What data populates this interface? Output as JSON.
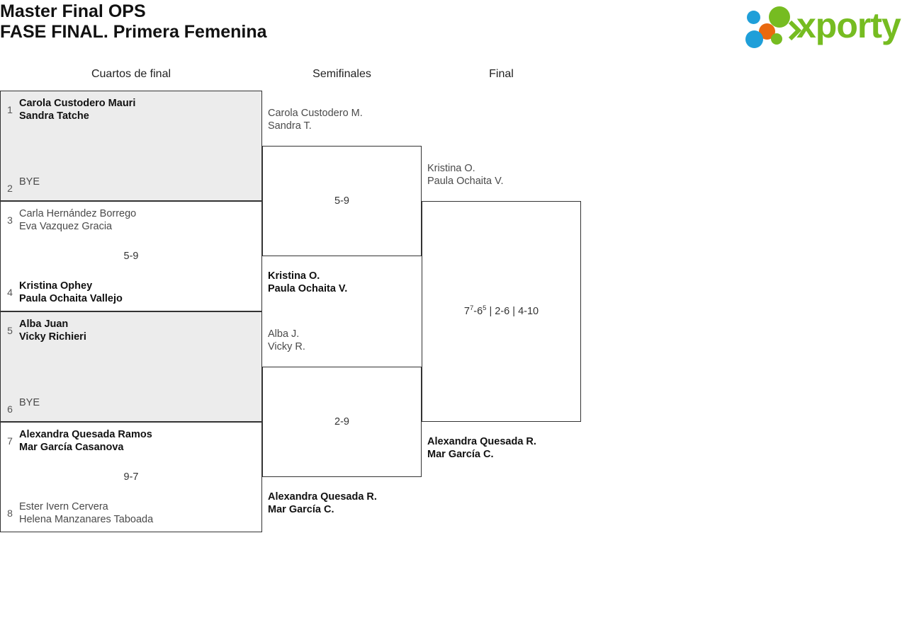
{
  "header": {
    "title_line1": "Master Final OPS",
    "title_line2": "FASE FINAL. Primera Femenina",
    "logo_word": "xporty",
    "brand_green": "#76bc21",
    "brand_blue": "#1f9fd9",
    "brand_orange": "#e9690f"
  },
  "columns": [
    {
      "id": "qf",
      "label": "Cuartos de final"
    },
    {
      "id": "sf",
      "label": "Semifinales"
    },
    {
      "id": "f",
      "label": "Final"
    }
  ],
  "rounds": {
    "quarterfinals": [
      {
        "shaded": true,
        "score": "",
        "top": {
          "seed": "1",
          "lines": [
            "Carola Custodero Mauri",
            "Sandra Tatche"
          ],
          "winner": true
        },
        "bottom": {
          "seed": "2",
          "lines": [
            "BYE"
          ],
          "winner": false,
          "bye": true
        }
      },
      {
        "shaded": false,
        "score": "5-9",
        "top": {
          "seed": "3",
          "lines": [
            "Carla Hernández Borrego",
            "Eva Vazquez Gracia"
          ],
          "winner": false
        },
        "bottom": {
          "seed": "4",
          "lines": [
            "Kristina Ophey",
            "Paula Ochaita Vallejo"
          ],
          "winner": true
        }
      },
      {
        "shaded": true,
        "score": "",
        "top": {
          "seed": "5",
          "lines": [
            "Alba Juan",
            "Vicky Richieri"
          ],
          "winner": true
        },
        "bottom": {
          "seed": "6",
          "lines": [
            "BYE"
          ],
          "winner": false,
          "bye": true
        }
      },
      {
        "shaded": false,
        "score": "9-7",
        "top": {
          "seed": "7",
          "lines": [
            "Alexandra Quesada Ramos",
            "Mar García Casanova"
          ],
          "winner": true
        },
        "bottom": {
          "seed": "8",
          "lines": [
            "Ester Ivern Cervera",
            "Helena Manzanares Taboada"
          ],
          "winner": false
        }
      }
    ],
    "semifinals": [
      {
        "score": "5-9",
        "top": {
          "lines": [
            "Carola Custodero M.",
            "Sandra T."
          ],
          "winner": false
        },
        "bottom": {
          "lines": [
            "Kristina O.",
            "Paula Ochaita V."
          ],
          "winner": true
        }
      },
      {
        "score": "2-9",
        "top": {
          "lines": [
            "Alba J.",
            "Vicky R."
          ],
          "winner": false
        },
        "bottom": {
          "lines": [
            "Alexandra Quesada R.",
            "Mar García C."
          ],
          "winner": true
        }
      }
    ],
    "final": [
      {
        "score_html": "7<sup>7</sup>-6<sup>5</sup> | 2-6 | 4-10",
        "score_text": "7(7)-6(5) | 2-6 | 4-10",
        "top": {
          "lines": [
            "Kristina O.",
            "Paula Ochaita V."
          ],
          "winner": false
        },
        "bottom": {
          "lines": [
            "Alexandra Quesada R.",
            "Mar García C."
          ],
          "winner": true
        }
      }
    ]
  }
}
